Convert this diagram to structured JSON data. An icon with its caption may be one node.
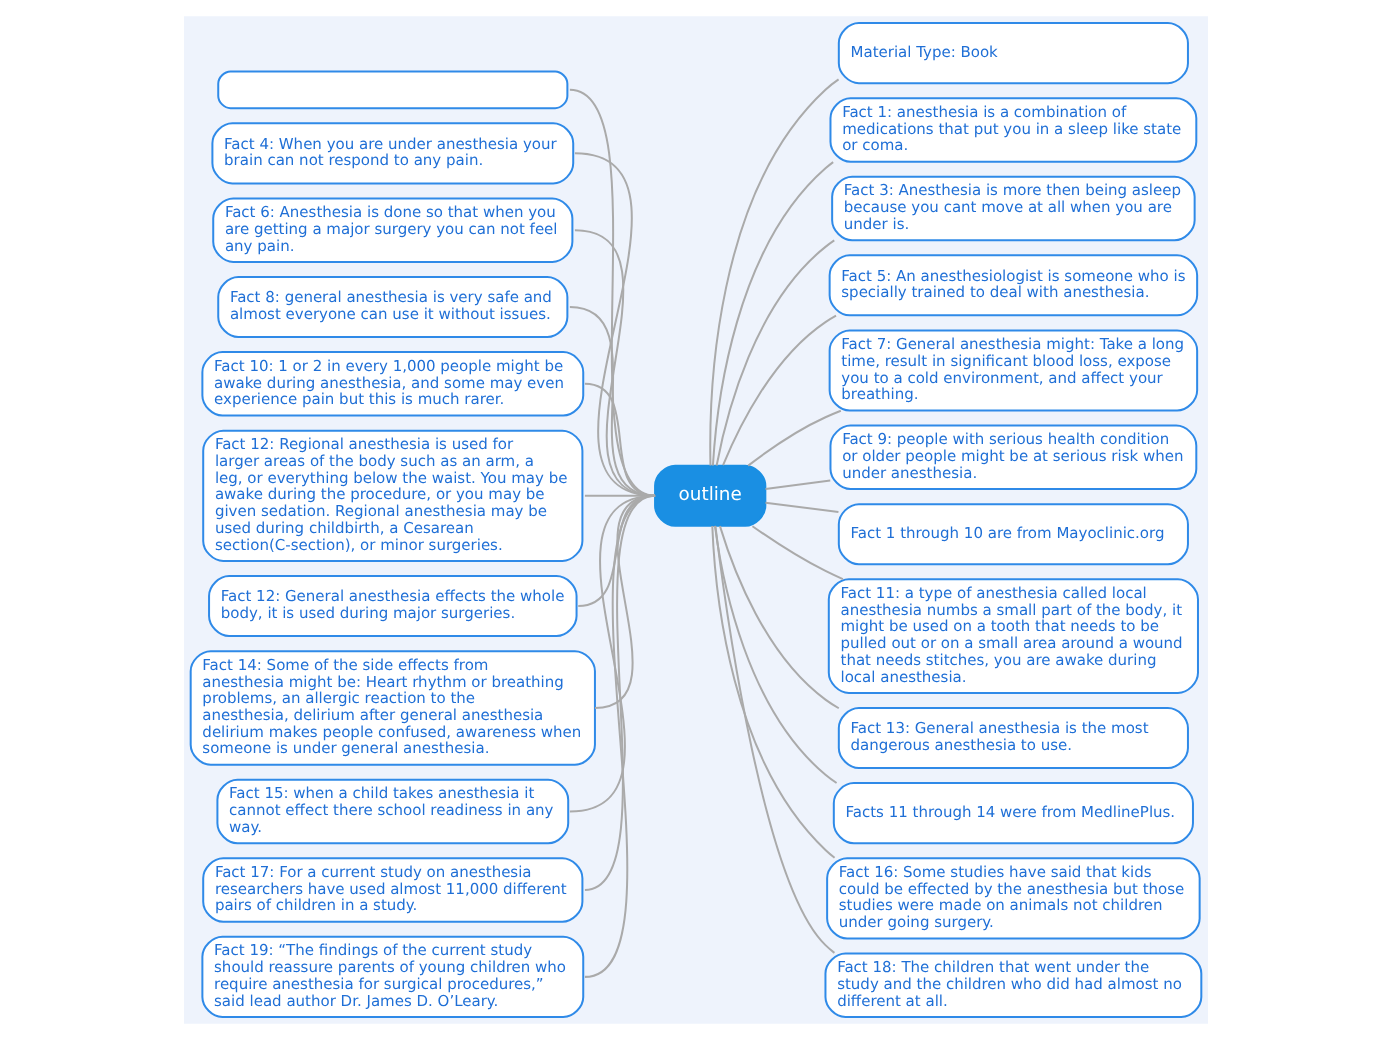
{
  "diagram": {
    "nodes": [
      {
        "text": [
          "outline"
        ]
      },
      {
        "text": [],
        "shape": "box"
      },
      {
        "text": [
          "Fact 4: When you are under anesthesia your brain can not respond to any pain."
        ]
      },
      {
        "text": [
          "Fact 6: Anesthesia is done so that when you are getting a major surgery you can not feel any pain."
        ]
      },
      {
        "text": [
          "Fact 8: general anesthesia is very safe and almost everyone can use it without issues."
        ]
      },
      {
        "text": [
          "Fact 10: 1 or 2 in every 1,000 people might be awake during anesthesia, and some may even experience pain but this is much rarer."
        ]
      },
      {
        "text": [
          "Fact 12: Regional anesthesia is used for larger areas of the body such as an arm, a leg, or everything below the waist. You may be awake during the procedure, or you may be given sedation. Regional anesthesia may be used during childbirth, a Cesarean section(C-section), or minor surgeries."
        ]
      },
      {
        "text": [
          "Fact 12: General anesthesia effects the whole body, it is used during major surgeries."
        ]
      },
      {
        "text": [
          "Fact 14: Some of the side effects from anesthesia might be: Heart rhythm or breathing problems, an allergic reaction to the anesthesia, delirium after general anesthesia delirium makes people confused, awareness when someone is under general anesthesia."
        ]
      },
      {
        "text": [
          "Fact 15: when a child takes anesthesia it cannot effect there school readiness in any way."
        ]
      },
      {
        "text": [
          "Fact 17: For a current study on anesthesia researchers have used almost 11,000 different pairs of children in a study."
        ]
      },
      {
        "text": [
          "Fact 19: “The findings of the current study should reassure parents of young children who require anesthesia for surgical procedures,” said lead author Dr. James D. O’Leary."
        ]
      },
      {
        "text": [
          "Material Type: Book"
        ]
      },
      {
        "text": [
          "Fact 1: anesthesia is a combination of medications that put you in a sleep like state or coma."
        ]
      },
      {
        "text": [
          "Fact 3: Anesthesia is more then being asleep because you cant move at all when you are under is."
        ]
      },
      {
        "text": [
          "Fact 5: An anesthesiologist is someone who is specially trained to deal with anesthesia."
        ]
      },
      {
        "text": [
          "Fact 7: General anesthesia might: Take a long time, result in significant blood loss, expose you to a cold environment, and affect your breathing."
        ]
      },
      {
        "text": [
          "Fact 9: people with serious health condition or older people might be at serious risk when under anesthesia."
        ]
      },
      {
        "text": [
          "Fact 1 through 10 are from Mayoclinic.org"
        ]
      },
      {
        "text": [
          "Fact 11: a type of anesthesia called local anesthesia numbs a small part of the body, it might be used on a tooth that needs to be pulled out or on a small area around a wound that needs stitches, you are awake during local anesthesia."
        ]
      },
      {
        "text": [
          "Fact 13: General anesthesia is the most dangerous anesthesia to use."
        ]
      },
      {
        "text": [
          "Facts 11 through 14 were from MedlinePlus."
        ]
      },
      {
        "text": [
          "Fact 16: Some studies have said that kids could be effected by the anesthesia but those studies were made on animals not children under going surgery."
        ]
      },
      {
        "text": [
          "Fact 18: The children that went under the study and the children who did had almost no different at all."
        ]
      }
    ],
    "edges": [
      {
        "from": 0,
        "to": 1,
        "arrow": "none"
      },
      {
        "from": 0,
        "to": 2,
        "arrow": "none"
      },
      {
        "from": 0,
        "to": 3,
        "arrow": "none"
      },
      {
        "from": 0,
        "to": 4,
        "arrow": "none"
      },
      {
        "from": 0,
        "to": 5,
        "arrow": "none"
      },
      {
        "from": 0,
        "to": 6,
        "arrow": "none"
      },
      {
        "from": 0,
        "to": 7,
        "arrow": "none"
      },
      {
        "from": 0,
        "to": 8,
        "arrow": "none"
      },
      {
        "from": 0,
        "to": 9,
        "arrow": "none"
      },
      {
        "from": 0,
        "to": 10,
        "arrow": "none"
      },
      {
        "from": 0,
        "to": 11,
        "arrow": "none"
      },
      {
        "from": 0,
        "to": 12,
        "arrow": "none"
      },
      {
        "from": 0,
        "to": 13,
        "arrow": "none"
      },
      {
        "from": 0,
        "to": 14,
        "arrow": "none"
      },
      {
        "from": 0,
        "to": 15,
        "arrow": "none"
      },
      {
        "from": 0,
        "to": 16,
        "arrow": "none"
      },
      {
        "from": 0,
        "to": 17,
        "arrow": "none"
      },
      {
        "from": 0,
        "to": 18,
        "arrow": "none"
      },
      {
        "from": 0,
        "to": 19,
        "arrow": "none"
      },
      {
        "from": 0,
        "to": 20,
        "arrow": "none"
      },
      {
        "from": 0,
        "to": 21,
        "arrow": "none"
      },
      {
        "from": 0,
        "to": 22,
        "arrow": "none"
      },
      {
        "from": 0,
        "to": 23,
        "arrow": "none"
      }
    ]
  }
}
